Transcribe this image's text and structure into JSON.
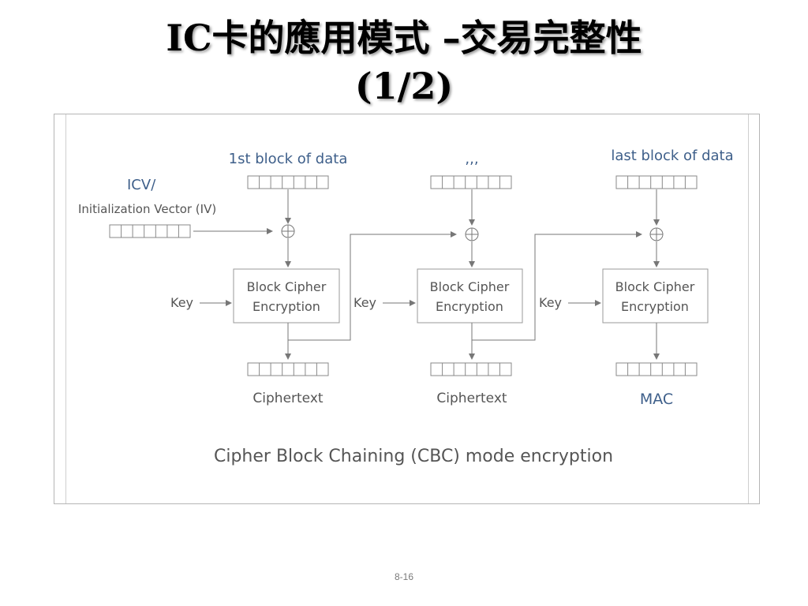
{
  "slide": {
    "title_line1": "IC卡的應用模式 –交易完整性",
    "title_line2": "(1/2)",
    "page_number": "8-16"
  },
  "diagram": {
    "iv_label_line1": "ICV/",
    "iv_label_line2": "Initialization Vector (IV)",
    "columns": [
      {
        "input_label": "1st block of data",
        "key_label": "Key",
        "cipher_line1": "Block Cipher",
        "cipher_line2": "Encryption",
        "output_label": "Ciphertext"
      },
      {
        "input_label": ",,,",
        "key_label": "Key",
        "cipher_line1": "Block Cipher",
        "cipher_line2": "Encryption",
        "output_label": "Ciphertext"
      },
      {
        "input_label": "last block of data",
        "key_label": "Key",
        "cipher_line1": "Block Cipher",
        "cipher_line2": "Encryption",
        "output_label": "MAC"
      }
    ],
    "caption": "Cipher Block Chaining (CBC) mode encryption",
    "colors": {
      "accent_label": "#3e5f8a",
      "line": "#777777",
      "text": "#555555"
    }
  }
}
